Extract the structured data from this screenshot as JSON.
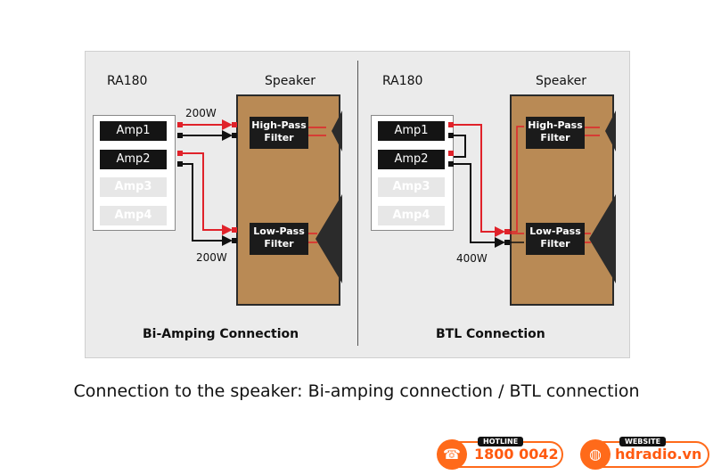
{
  "left": {
    "device": "RA180",
    "speaker": "Speaker",
    "amps": [
      "Amp1",
      "Amp2",
      "Amp3",
      "Amp4"
    ],
    "watt_top": "200W",
    "watt_bottom": "200W",
    "high_filter": [
      "High-Pass",
      "Filter"
    ],
    "low_filter": [
      "Low-Pass",
      "Filter"
    ],
    "caption": "Bi-Amping Connection"
  },
  "right": {
    "device": "RA180",
    "speaker": "Speaker",
    "amps": [
      "Amp1",
      "Amp2",
      "Amp3",
      "Amp4"
    ],
    "watt": "400W",
    "high_filter": [
      "High-Pass",
      "Filter"
    ],
    "low_filter": [
      "Low-Pass",
      "Filter"
    ],
    "caption": "BTL Connection"
  },
  "caption": "Connection to the speaker: Bi-amping connection / BTL connection",
  "hotline": {
    "tag": "HOTLINE",
    "number": "1800 0042",
    "icon": "phone-icon"
  },
  "website": {
    "tag": "WEBSITE",
    "url": "hdradio.vn",
    "icon": "globe-icon"
  },
  "colors": {
    "wire_red": "#e0222a",
    "wire_black": "#111111",
    "cabinet": "#b98a55",
    "brand": "#ff6a1a"
  }
}
